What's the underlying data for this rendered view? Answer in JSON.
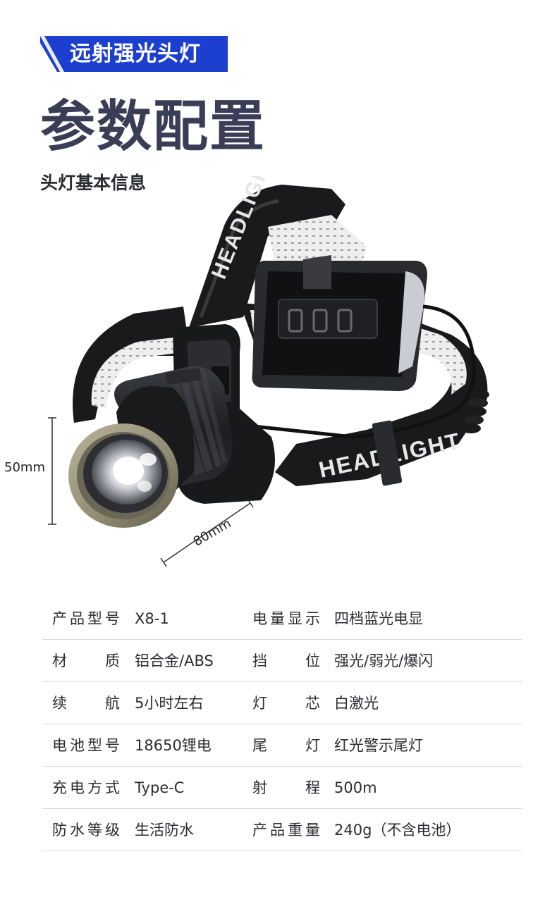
{
  "header": {
    "badge_text": "远射强光头灯",
    "title": "参数配置",
    "subtitle": "头灯基本信息"
  },
  "product_image": {
    "strap_text": "HEADLIGHT",
    "dimension_height": "50mm",
    "dimension_width": "80mm"
  },
  "colors": {
    "accent": "#1c3fd0",
    "title": "#3a3d56",
    "divider": "#dcdcdc"
  },
  "specs": [
    {
      "k1": "产品型号",
      "v1": "X8-1",
      "k2": "电量显示",
      "v2": "四档蓝光电显"
    },
    {
      "k1": "材质",
      "v1": "铝合金/ABS",
      "k2": "挡位",
      "v2": "强光/弱光/爆闪"
    },
    {
      "k1": "续航",
      "v1": "5小时左右",
      "k2": "灯芯",
      "v2": "白激光"
    },
    {
      "k1": "电池型号",
      "v1": "18650锂电",
      "k2": "尾灯",
      "v2": "红光警示尾灯"
    },
    {
      "k1": "充电方式",
      "v1": "Type-C",
      "k2": "射程",
      "v2": "500m"
    },
    {
      "k1": "防水等级",
      "v1": "生活防水",
      "k2": "产品重量",
      "v2": "240g（不含电池）"
    }
  ]
}
